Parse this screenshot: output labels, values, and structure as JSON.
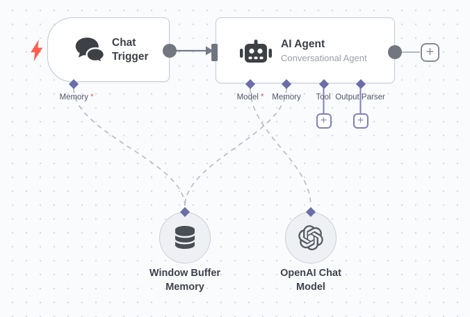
{
  "marks": {
    "required": "*",
    "plus": "+"
  },
  "colors": {
    "canvas_bg": "#fafbfd",
    "grid_dot": "#d7dae2",
    "node_border": "#c3c9d5",
    "wire_gray": "#b7bcc8",
    "connector_dark": "#71767f",
    "port_diamond": "#6b6da9",
    "port_purple": "#7f81ba",
    "required_red": "#f5564e",
    "trigger_bolt_red": "#ff5d4d"
  },
  "nodes": {
    "chat_trigger": {
      "title": "Chat Trigger",
      "icon": "chat-bubbles-icon",
      "ports": {
        "memory": {
          "label": "Memory",
          "required": true
        }
      }
    },
    "ai_agent": {
      "title": "AI Agent",
      "subtitle": "Conversational Agent",
      "icon": "robot-icon",
      "ports": [
        {
          "label": "Model",
          "required": true
        },
        {
          "label": "Memory",
          "required": false
        },
        {
          "label": "Tool",
          "required": false
        },
        {
          "label": "Output Parser",
          "required": false
        }
      ]
    },
    "window_buffer_memory": {
      "label": "Window Buffer Memory",
      "icon": "database-icon"
    },
    "openai_chat_model": {
      "label": "OpenAI Chat Model",
      "icon": "openai-icon"
    }
  },
  "connections": [
    {
      "from": "chat_trigger.output",
      "to": "ai_agent.input",
      "style": "solid-arrow"
    },
    {
      "from": "ai_agent.output",
      "to": "add-node-button",
      "style": "solid"
    },
    {
      "from": "window_buffer_memory",
      "to": "chat_trigger.memory",
      "style": "dashed"
    },
    {
      "from": "window_buffer_memory",
      "to": "ai_agent.memory",
      "style": "dashed"
    },
    {
      "from": "openai_chat_model",
      "to": "ai_agent.model",
      "style": "dashed"
    }
  ]
}
